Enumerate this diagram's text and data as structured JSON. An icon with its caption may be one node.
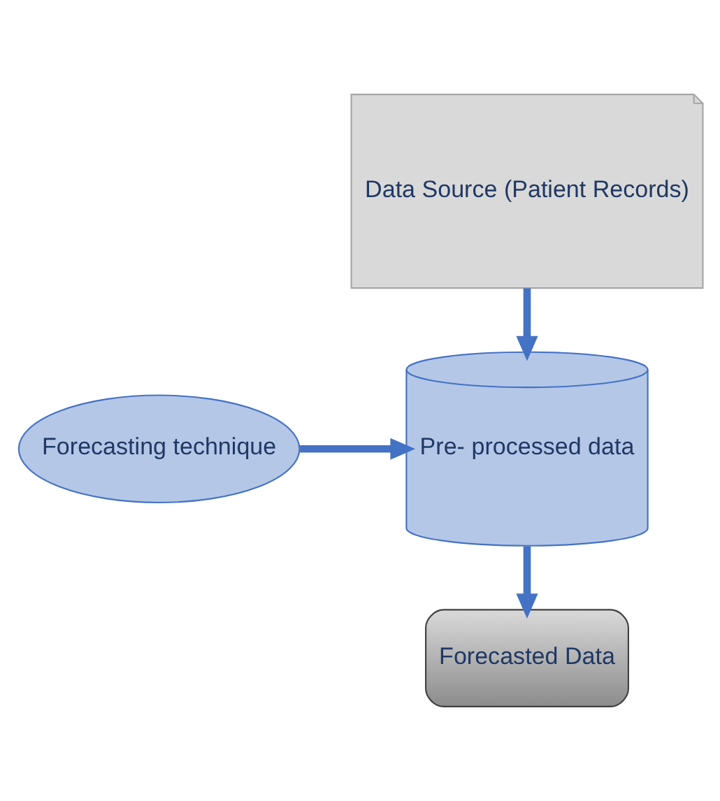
{
  "diagram": {
    "nodes": [
      {
        "text": [
          "Data Source (Patient Records)"
        ]
      },
      {
        "text": [
          "Pre- processed data"
        ]
      },
      {
        "text": [
          "Forecasting technique"
        ]
      },
      {
        "text": [
          "Forecasted Data"
        ]
      }
    ],
    "edges": [
      {
        "from": 0,
        "to": 1,
        "arrow": "to"
      },
      {
        "from": 2,
        "to": 1,
        "arrow": "to"
      },
      {
        "from": 1,
        "to": 3,
        "arrow": "to"
      }
    ]
  }
}
